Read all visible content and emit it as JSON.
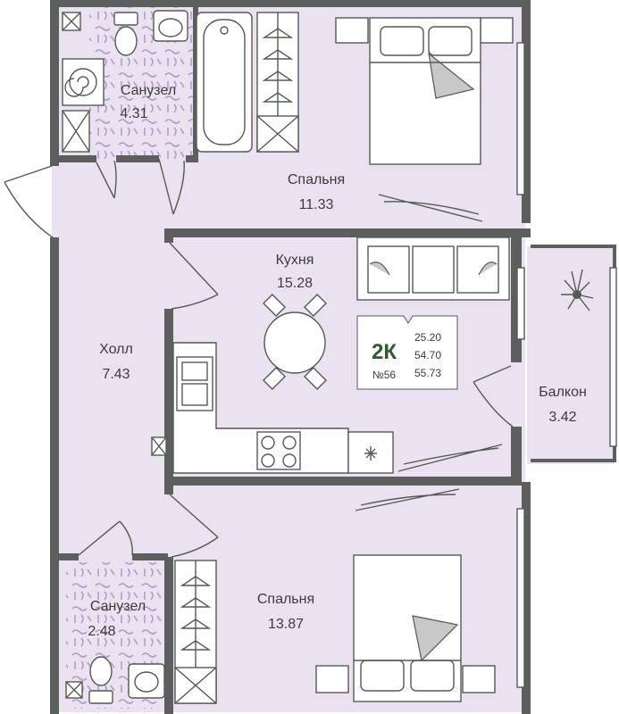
{
  "rooms": {
    "bath1": {
      "name": "Санузел",
      "area": "4.31"
    },
    "bedroom1": {
      "name": "Спальня",
      "area": "11.33"
    },
    "kitchen": {
      "name": "Кухня",
      "area": "15.28"
    },
    "hall": {
      "name": "Холл",
      "area": "7.43"
    },
    "balcony": {
      "name": "Балкон",
      "area": "3.42"
    },
    "bath2": {
      "name": "Санузел",
      "area": "2.48"
    },
    "bedroom2": {
      "name": "Спальня",
      "area": "13.87"
    }
  },
  "badge": {
    "type": "2К",
    "number": "№56",
    "areas": [
      "25.20",
      "54.70",
      "55.73"
    ]
  },
  "colors": {
    "floor": "#ebe2f1",
    "wall": "#5d5f5e",
    "tile": "#b59dc7",
    "accent": "#2f5a2e"
  }
}
